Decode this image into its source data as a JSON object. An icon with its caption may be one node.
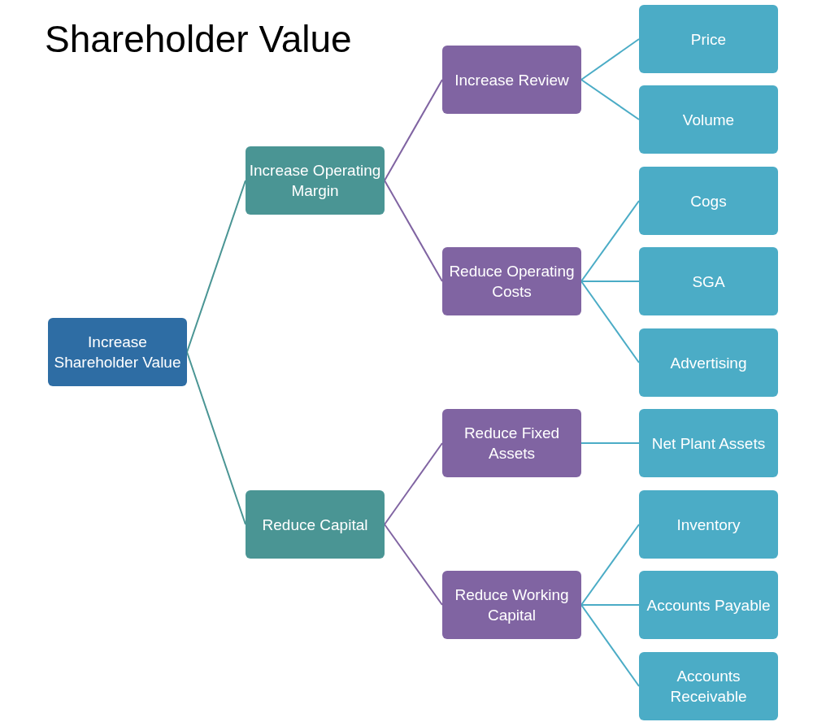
{
  "diagram": {
    "title": "Shareholder Value",
    "nodes": [
      {
        "text": [
          "Increase Shareholder Value"
        ]
      },
      {
        "text": [
          "Increase Operating Margin"
        ]
      },
      {
        "text": [
          "Reduce Capital"
        ]
      },
      {
        "text": [
          "Increase Review"
        ]
      },
      {
        "text": [
          "Reduce Operating Costs"
        ]
      },
      {
        "text": [
          "Reduce Fixed Assets"
        ]
      },
      {
        "text": [
          "Reduce Working Capital"
        ]
      },
      {
        "text": [
          "Price"
        ]
      },
      {
        "text": [
          "Volume"
        ]
      },
      {
        "text": [
          "Cogs"
        ]
      },
      {
        "text": [
          "SGA"
        ]
      },
      {
        "text": [
          "Advertising"
        ]
      },
      {
        "text": [
          "Net Plant Assets"
        ]
      },
      {
        "text": [
          "Inventory"
        ]
      },
      {
        "text": [
          "Accounts Payable"
        ]
      },
      {
        "text": [
          "Accounts Receivable"
        ]
      }
    ],
    "edges": [
      {
        "from": 0,
        "to": 1,
        "arrow": "none",
        "color": "#4a9594"
      },
      {
        "from": 0,
        "to": 2,
        "arrow": "none",
        "color": "#4a9594"
      },
      {
        "from": 1,
        "to": 3,
        "arrow": "none",
        "color": "#8064a2"
      },
      {
        "from": 1,
        "to": 4,
        "arrow": "none",
        "color": "#8064a2"
      },
      {
        "from": 2,
        "to": 5,
        "arrow": "none",
        "color": "#8064a2"
      },
      {
        "from": 2,
        "to": 6,
        "arrow": "none",
        "color": "#8064a2"
      },
      {
        "from": 3,
        "to": 7,
        "arrow": "none"
      },
      {
        "from": 3,
        "to": 8,
        "arrow": "none"
      },
      {
        "from": 4,
        "to": 9,
        "arrow": "none"
      },
      {
        "from": 4,
        "to": 10,
        "arrow": "none"
      },
      {
        "from": 4,
        "to": 11,
        "arrow": "none"
      },
      {
        "from": 5,
        "to": 12,
        "arrow": "none"
      },
      {
        "from": 6,
        "to": 13,
        "arrow": "none"
      },
      {
        "from": 6,
        "to": 14,
        "arrow": "none"
      },
      {
        "from": 6,
        "to": 15,
        "arrow": "none"
      }
    ]
  }
}
